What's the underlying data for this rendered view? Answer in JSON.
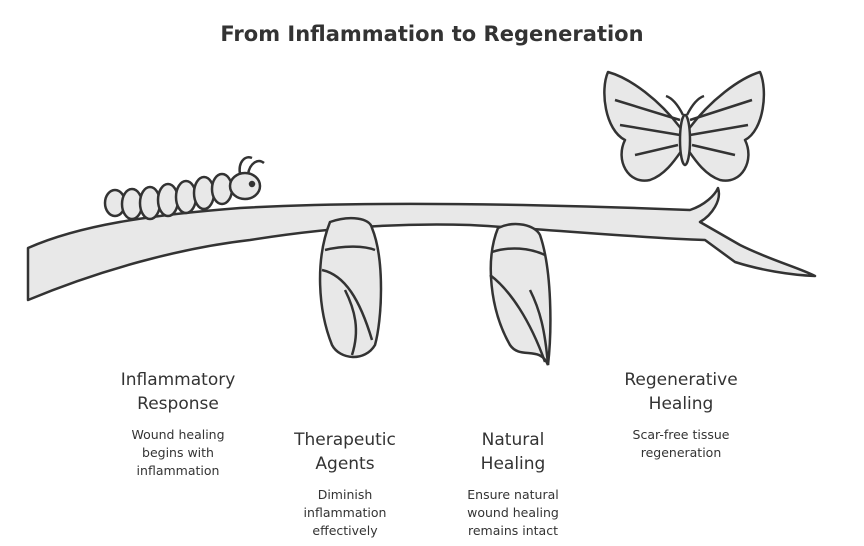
{
  "title": "From Inflammation to Regeneration",
  "stages": [
    {
      "heading_line1": "Inflammatory",
      "heading_line2": "Response",
      "desc_line1": "Wound healing",
      "desc_line2": "begins with",
      "desc_line3": "inflammation"
    },
    {
      "heading_line1": "Therapeutic",
      "heading_line2": "Agents",
      "desc_line1": "Diminish",
      "desc_line2": "inflammation",
      "desc_line3": "effectively"
    },
    {
      "heading_line1": "Natural",
      "heading_line2": "Healing",
      "desc_line1": "Ensure natural",
      "desc_line2": "wound healing",
      "desc_line3": "remains intact"
    },
    {
      "heading_line1": "Regenerative",
      "heading_line2": "Healing",
      "desc_line1": "Scar-free tissue",
      "desc_line2": "regeneration"
    }
  ],
  "colors": {
    "stroke": "#333333",
    "fill": "#e8e8e8",
    "text": "#333333"
  }
}
